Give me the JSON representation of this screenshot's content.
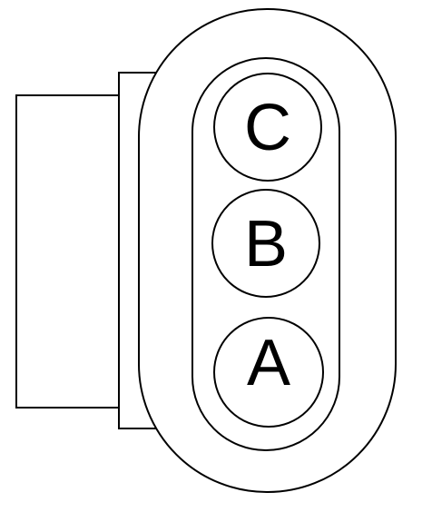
{
  "connector": {
    "pins": [
      {
        "id": "pin-c",
        "label": "C"
      },
      {
        "id": "pin-b",
        "label": "B"
      },
      {
        "id": "pin-a",
        "label": "A"
      }
    ]
  },
  "colors": {
    "stroke": "#000000",
    "fill": "#ffffff"
  }
}
